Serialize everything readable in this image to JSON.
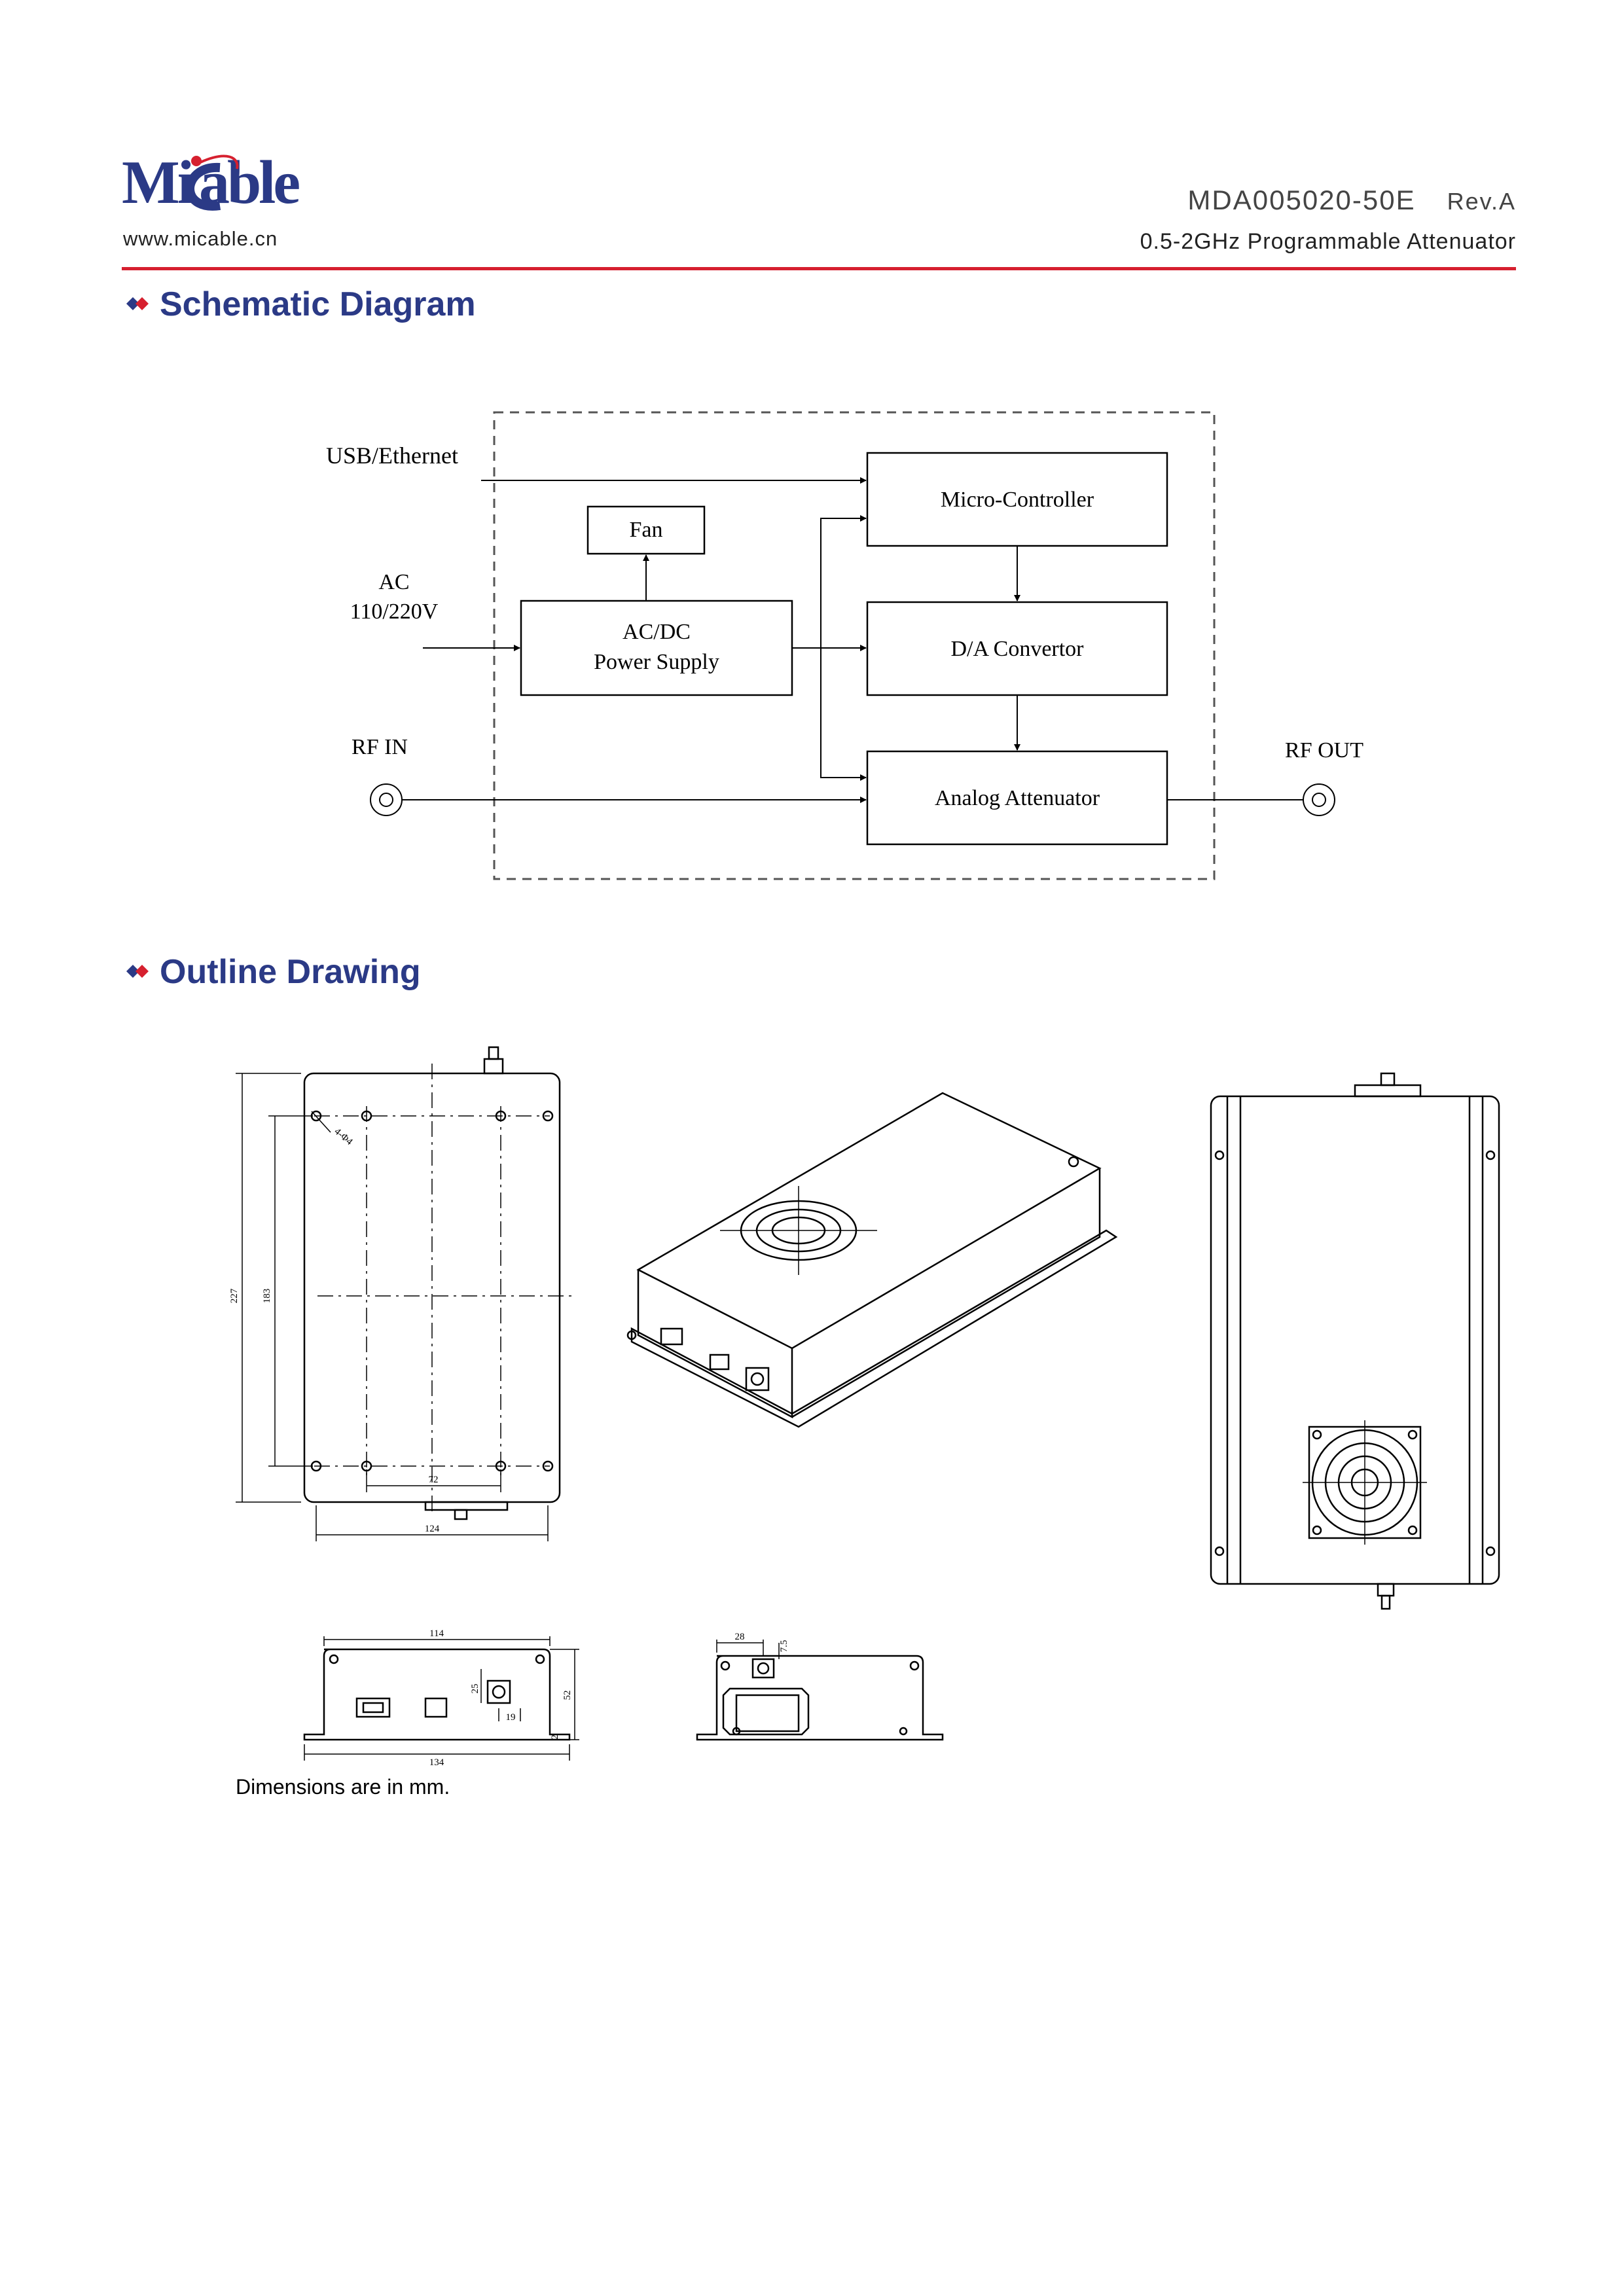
{
  "header": {
    "logo_text": "MiCable",
    "website": "www.micable.cn",
    "model": "MDA005020-50E",
    "revision": "Rev.A",
    "product": "0.5-2GHz Programmable Attenuator"
  },
  "colors": {
    "accent_red": "#d6202f",
    "title_blue": "#2b3a86"
  },
  "sections": {
    "schematic_title": "Schematic Diagram",
    "outline_title": "Outline Drawing"
  },
  "schematic": {
    "usb": "USB/Ethernet",
    "ac_line1": "AC",
    "ac_line2": "110/220V",
    "rf_in": "RF IN",
    "rf_out": "RF OUT",
    "fan": "Fan",
    "psu_line1": "AC/DC",
    "psu_line2": "Power Supply",
    "mcu": "Micro-Controller",
    "dac": "D/A Convertor",
    "atten": "Analog Attenuator"
  },
  "outline": {
    "top_view": {
      "height": "227",
      "hole_pitch_v": "183",
      "hole_pitch_h": "72",
      "width": "124",
      "holes": "4-Φ4"
    },
    "front_view": {
      "width_top": "114",
      "width_bottom": "134",
      "conn_h": "25",
      "conn_w": "19",
      "height": "52",
      "flange": "2"
    },
    "rear_view": {
      "offset": "28",
      "top": "7.5"
    }
  },
  "footer_note": "Dimensions are in mm."
}
